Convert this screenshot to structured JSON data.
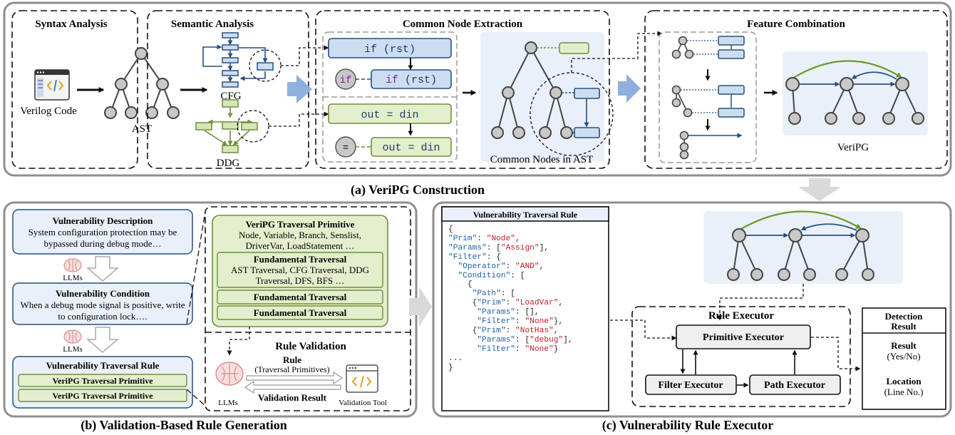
{
  "section_a": {
    "caption": "(a) VeriPG Construction",
    "syntax_title": "Syntax Analysis",
    "semantic_title": "Semantic Analysis",
    "common_title": "Common Node Extraction",
    "feature_title": "Feature Combination",
    "verilog_label": "Verilog Code",
    "ast_label": "AST",
    "cfg_label": "CFG",
    "ddg_label": "DDG",
    "if_rst": "if (rst)",
    "if_token": "if",
    "if_rst_2": "if (rst)",
    "out_din": "out = din",
    "eq_token": "=",
    "out_din_2": "out = din",
    "common_nodes_label": "Common Nodes in AST",
    "veripg_label": "VeriPG"
  },
  "section_b": {
    "caption": "(b) Validation-Based Rule Generation",
    "desc_title": "Vulnerability Description",
    "desc_line1": "System configuration protection may be",
    "desc_line2": "bypassed during debug mode…",
    "llms_1": "LLMs",
    "cond_title": "Vulnerability Condition",
    "cond_line1": "When a debug mode signal is positive, write",
    "cond_line2": "to configuration lock….",
    "llms_2": "LLMs",
    "rule_title": "Vulnerability Traversal Rule",
    "rule_prim_1": "VeriPG Traversal Primitive",
    "rule_prim_2": "VeriPG Traversal Primitive",
    "prim_title": "VeriPG Traversal Primitive",
    "prim_line1": "Node, Variable, Branch, Senslist,",
    "prim_line2": "DriverVar, LoadStatement …",
    "fund_title": "Fundamental Traversal",
    "fund_line1": "AST Traversal, CFG Traversal, DDG",
    "fund_line2": "Traversal, DFS, BFS …",
    "fund_2": "Fundamental Traversal",
    "fund_3": "Fundamental Traversal",
    "validation_title": "Rule Validation",
    "rule_word": "Rule",
    "rule_sub": "(Traversal Primitives)",
    "validation_result": "Validation Result",
    "llms_3": "LLMs",
    "validation_tool": "Validation Tool"
  },
  "section_c": {
    "caption": "(c) Vulnerability Rule Executor",
    "rule_header": "Vulnerability Traversal Rule",
    "executor_title": "Rule Executor",
    "primitive_executor": "Primitive Executor",
    "filter_executor": "Filter Executor",
    "path_executor": "Path Executor",
    "detection_header_1": "Detection",
    "detection_header_2": "Result",
    "result_label": "Result",
    "result_value": "(Yes/No)",
    "location_label": "Location",
    "location_value": "(Line No.)"
  }
}
